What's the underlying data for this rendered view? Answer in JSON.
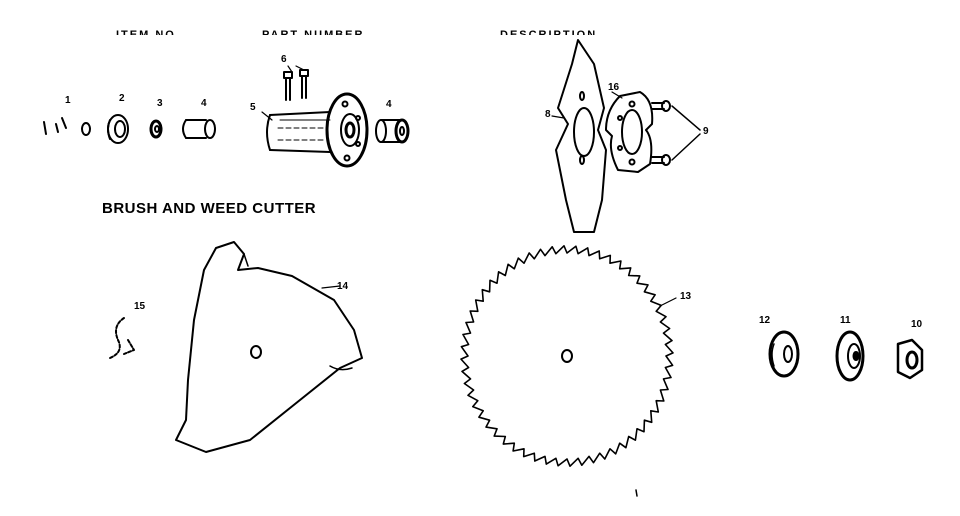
{
  "header": {
    "col_item": "ITEM NO.",
    "col_part": "PART NUMBER",
    "col_desc": "DESCRIPTION"
  },
  "title": "BRUSH AND WEED CUTTER",
  "callouts": {
    "c1": "1",
    "c2": "2",
    "c3": "3",
    "c4a": "4",
    "c4b": "4",
    "c5": "5",
    "c6": "6",
    "c8": "8",
    "c9": "9",
    "c10": "10",
    "c11": "11",
    "c12": "12",
    "c13": "13",
    "c14": "14",
    "c15": "15",
    "c16": "16"
  }
}
